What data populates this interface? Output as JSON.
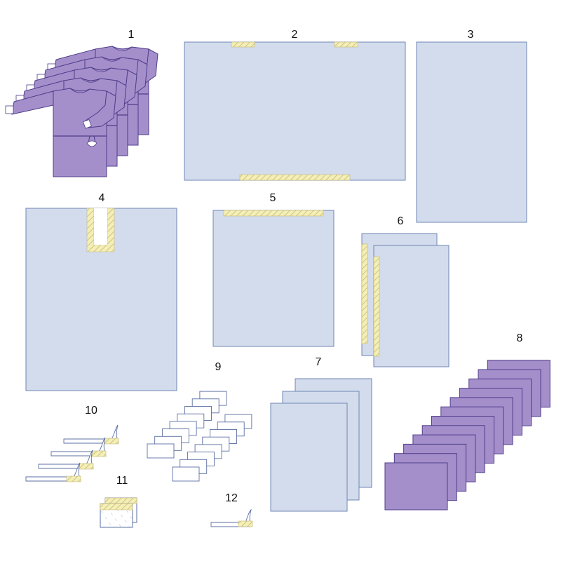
{
  "labels": {
    "n1": "1",
    "n2": "2",
    "n3": "3",
    "n4": "4",
    "n5": "5",
    "n6": "6",
    "n7": "7",
    "n8": "8",
    "n9": "9",
    "n10": "10",
    "n11": "11",
    "n12": "12"
  },
  "colors": {
    "drape": "#d3dcec",
    "drape_border": "#6f86b5",
    "gown": "#a48fcb",
    "gown_border": "#4e3c88",
    "tape": "#f3efb6",
    "tape_hatch": "#c7b877",
    "towel": "#a48fcb",
    "towel_border": "#4e3c88",
    "label_card": "#ffffff",
    "label_border": "#5b6fa3"
  }
}
